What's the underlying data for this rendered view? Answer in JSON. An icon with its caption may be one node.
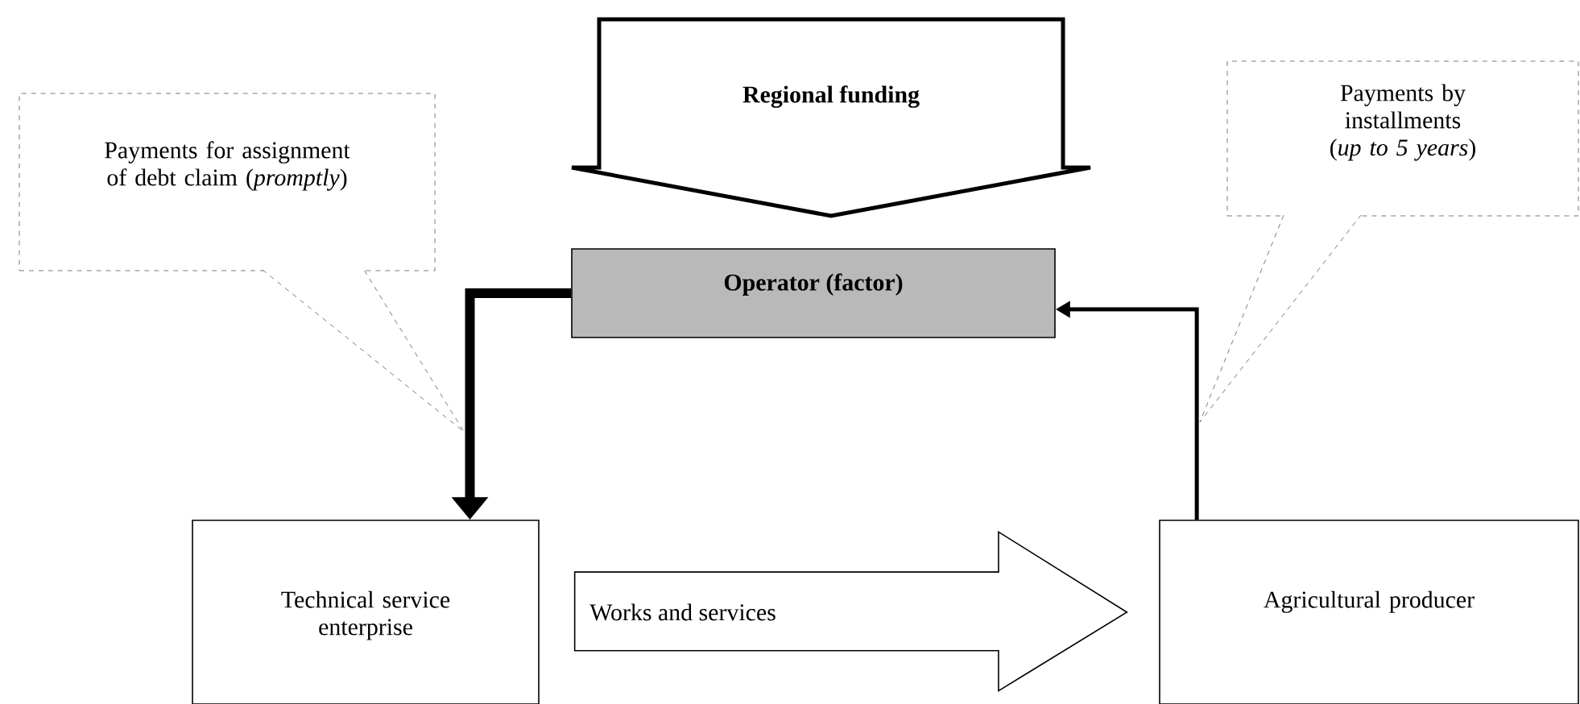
{
  "diagram": {
    "nodes": [
      {
        "text": [
          "Payments for assignment of debt claim (*promptly*)"
        ]
      },
      {
        "text": [
          "Regional funding"
        ]
      },
      {
        "text": [
          "Payments by installments (*up to 5 years*)"
        ]
      },
      {
        "text": [
          "Operator (factor)"
        ]
      },
      {
        "text": [
          "Technical service enterprise"
        ]
      },
      {
        "text": [
          "Agricultural producer"
        ]
      }
    ],
    "edges": [
      {
        "from": 3,
        "to": 4,
        "arrow": "to",
        "style": "thick"
      },
      {
        "from": 5,
        "to": 3,
        "arrow": "to"
      },
      {
        "from": 4,
        "to": 5,
        "arrow": "to",
        "label": "Works and services"
      }
    ]
  }
}
